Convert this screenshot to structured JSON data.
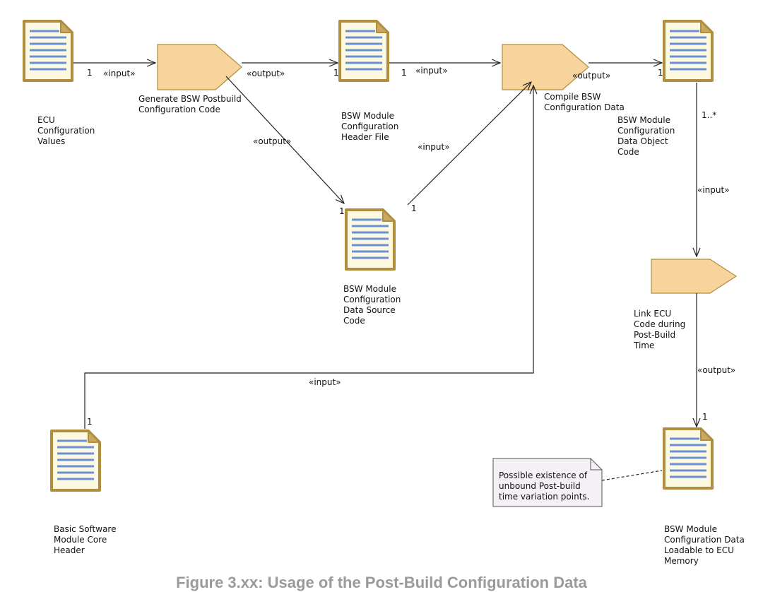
{
  "diagram": {
    "artifacts": {
      "ecu_config_values": "ECU\nConfiguration\nValues",
      "bsw_header_file": "BSW Module\nConfiguration\nHeader File",
      "bsw_data_object_code": "BSW Module\nConfiguration\nData Object\nCode",
      "bsw_data_source_code": "BSW Module\nConfiguration\nData Source\nCode",
      "bsw_core_header": "Basic Software\nModule Core\nHeader",
      "bsw_loadable_data": "BSW Module\nConfiguration Data\nLoadable to ECU\nMemory"
    },
    "tasks": {
      "generate_code": "Generate BSW Postbuild\nConfiguration Code",
      "compile_data": "Compile BSW\nConfiguration Data",
      "link_ecu_code": "Link ECU\nCode during\nPost-Build\nTime"
    },
    "stereotypes": {
      "input": "«input»",
      "output": "«output»"
    },
    "multiplicities": {
      "one": "1",
      "one_many": "1..*"
    },
    "note": "Possible existence of\nunbound Post-build\ntime variation points.",
    "caption": "Figure 3.xx: Usage of the Post-Build Configuration Data"
  },
  "colors": {
    "document_border": "#b08e3e",
    "document_fill": "#fdf8e0",
    "document_fold": "#c9a866",
    "document_lines": "#6b8fd6",
    "task_fill": "#f7d49b",
    "task_border": "#b08e3e",
    "connector": "#222222",
    "note_fill": "#f4f0f6",
    "note_border": "#555555",
    "caption_text": "#9a9a9a"
  }
}
